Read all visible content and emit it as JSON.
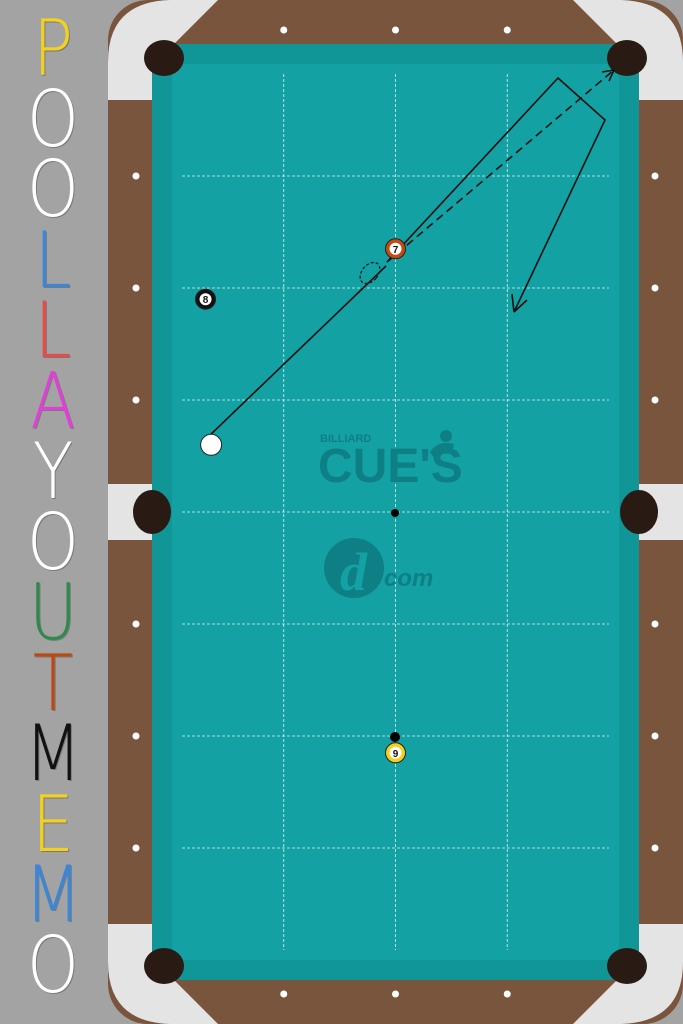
{
  "sidebar": {
    "title_letters": [
      {
        "ch": "P",
        "color": "#f2d21c"
      },
      {
        "ch": "O",
        "color": "#ffffff"
      },
      {
        "ch": "O",
        "color": "#ffffff"
      },
      {
        "ch": "L",
        "color": "#3a86d8"
      },
      {
        "ch": "L",
        "color": "#e84a4a"
      },
      {
        "ch": "A",
        "color": "#e040d8"
      },
      {
        "ch": "Y",
        "color": "#ffffff"
      },
      {
        "ch": "O",
        "color": "#ffffff"
      },
      {
        "ch": "U",
        "color": "#2e8a4a"
      },
      {
        "ch": "T",
        "color": "#b84a12"
      },
      {
        "ch": "M",
        "color": "#111111"
      },
      {
        "ch": "E",
        "color": "#f2d21c"
      },
      {
        "ch": "M",
        "color": "#3a86d8"
      },
      {
        "ch": "O",
        "color": "#ffffff"
      }
    ]
  },
  "table": {
    "colors": {
      "felt": "#13a1a3",
      "rail": "#7a553e",
      "cushion": "#119698",
      "corner_cap": "#e4e4e4",
      "pocket": "#2a1a14",
      "grid_line": "#d8f4f4",
      "logo": "#0f7f86"
    },
    "logo": {
      "small_text": "BILLIARD",
      "main_text": "CUE'S",
      "dcom_mark": "d",
      "dcom_text": "com"
    },
    "balls": [
      {
        "id": "cue",
        "label": "",
        "color": "#ffffff",
        "col": 0.35,
        "row": 3.4
      },
      {
        "id": "seven",
        "label": "7",
        "color": "#c44b12",
        "col": 2.0,
        "row": 1.65
      },
      {
        "id": "eight",
        "label": "8",
        "color": "#111111",
        "col": 0.3,
        "row": 2.1
      },
      {
        "id": "nine",
        "label": "9",
        "color": "#f2d21c",
        "col": 2.0,
        "row": 6.15
      }
    ],
    "spots": [
      "head-spot",
      "foot-spot"
    ]
  }
}
